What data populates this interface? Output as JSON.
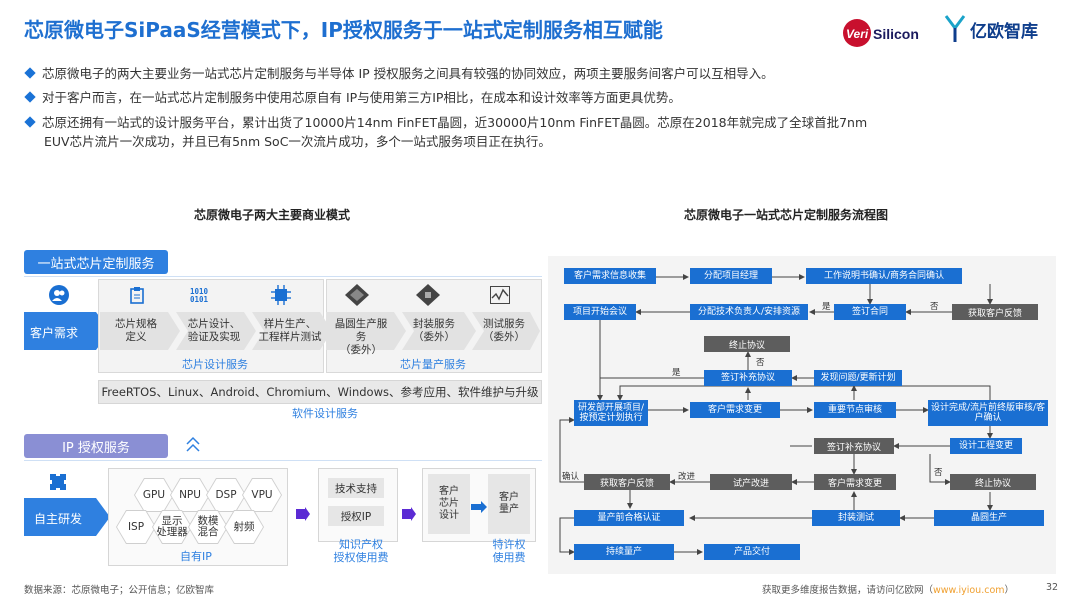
{
  "title": "芯原微电子SiPaaS经营模式下，IP授权服务于一站式定制服务相互赋能",
  "logos": {
    "verisilicon": "VeriSilicon",
    "verisilicon_prefix": "Veri",
    "verisilicon_suffix": "Silicon",
    "yiou": "亿欧智库"
  },
  "bullets": [
    "芯原微电子的两大主要业务一站式芯片定制服务与半导体 IP 授权服务之间具有较强的协同效应，两项主要服务间客户可以互相导入。",
    "对于客户而言，在一站式芯片定制服务中使用芯原自有 IP与使用第三方IP相比，在成本和设计效率等方面更具优势。",
    "芯原还拥有一站式的设计服务平台，累计出货了10000片14nm FinFET晶圆，近30000片10nm FinFET晶圆。芯原在2018年就完成了全球首批7nm"
  ],
  "bullet3_cont": "EUV芯片流片一次成功，并且已有5nm SoC一次流片成功，多个一站式服务项目正在执行。",
  "left_chart": {
    "title": "芯原微电子两大主要商业模式",
    "section1_label": "一站式芯片定制服务",
    "customer_need": "客户需求",
    "steps": [
      "芯片规格\n定义",
      "芯片设计、\n验证及实现",
      "样片生产、\n工程样片测试",
      "晶圆生产服务\n（委外）",
      "封装服务\n（委外）",
      "测试服务\n（委外）"
    ],
    "chip_design_service": "芯片设计服务",
    "chip_mass_service": "芯片量产服务",
    "software_line": "FreeRTOS、Linux、Android、Chromium、Windows、参考应用、软件维护与升级",
    "software_service": "软件设计服务",
    "section2_label": "IP 授权服务",
    "self_dev": "自主研发",
    "hex_labels": [
      "GPU",
      "NPU",
      "DSP",
      "VPU",
      "ISP",
      "显示\n处理器",
      "数模\n混合",
      "射频"
    ],
    "own_ip": "自有IP",
    "tech_support": "技术支持",
    "license_ip": "授权IP",
    "ip_fee": "知识产权\n授权使用费",
    "customer_chip_design": "客户\n芯片\n设计",
    "customer_mass": "客户\n量产",
    "royalty": "特许权\n使用费"
  },
  "right_chart": {
    "title": "芯原微电子一站式芯片定制服务流程图",
    "nodes": {
      "n1": "客户需求信息收集",
      "n2": "分配项目经理",
      "n3": "工作说明书确认/商务合同确认",
      "n4": "项目开始会议",
      "n5": "分配技术负责人/安排资源",
      "n6": "签订合同",
      "n7": "获取客户反馈",
      "n8": "终止协议",
      "n9": "签订补充协议",
      "n10": "发现问题/更新计划",
      "n11": "研发部开展项目/按预定计划执行",
      "n12": "客户需求变更",
      "n13": "重要节点审核",
      "n14": "设计完成/流片前终版审核/客户确认",
      "n15": "签订补充协议",
      "n16": "设计工程变更",
      "n17": "获取客户反馈",
      "n18": "试产改进",
      "n19": "客户需求变更",
      "n20": "终止协议",
      "n21": "量产前合格认证",
      "n22": "封装测试",
      "n23": "晶圆生产",
      "n24": "持续量产",
      "n25": "产品交付"
    },
    "labels": {
      "yes1": "是",
      "no1": "否",
      "no2": "否",
      "yes2": "是",
      "no3": "否",
      "confirm": "确认",
      "improve": "改进"
    }
  },
  "footer_source": "数据来源：芯原微电子；公开信息；亿欧智库",
  "footer_more": "获取更多维度报告数据，请访问亿欧网（",
  "footer_url": "www.iyiou.com",
  "footer_more_end": "）",
  "page_number": "32",
  "colors": {
    "accent": "#1e6fd0",
    "box_blue": "#1a6fd2",
    "box_gray": "#5d5d5d",
    "purple_arrow": "#5b2bd4"
  }
}
